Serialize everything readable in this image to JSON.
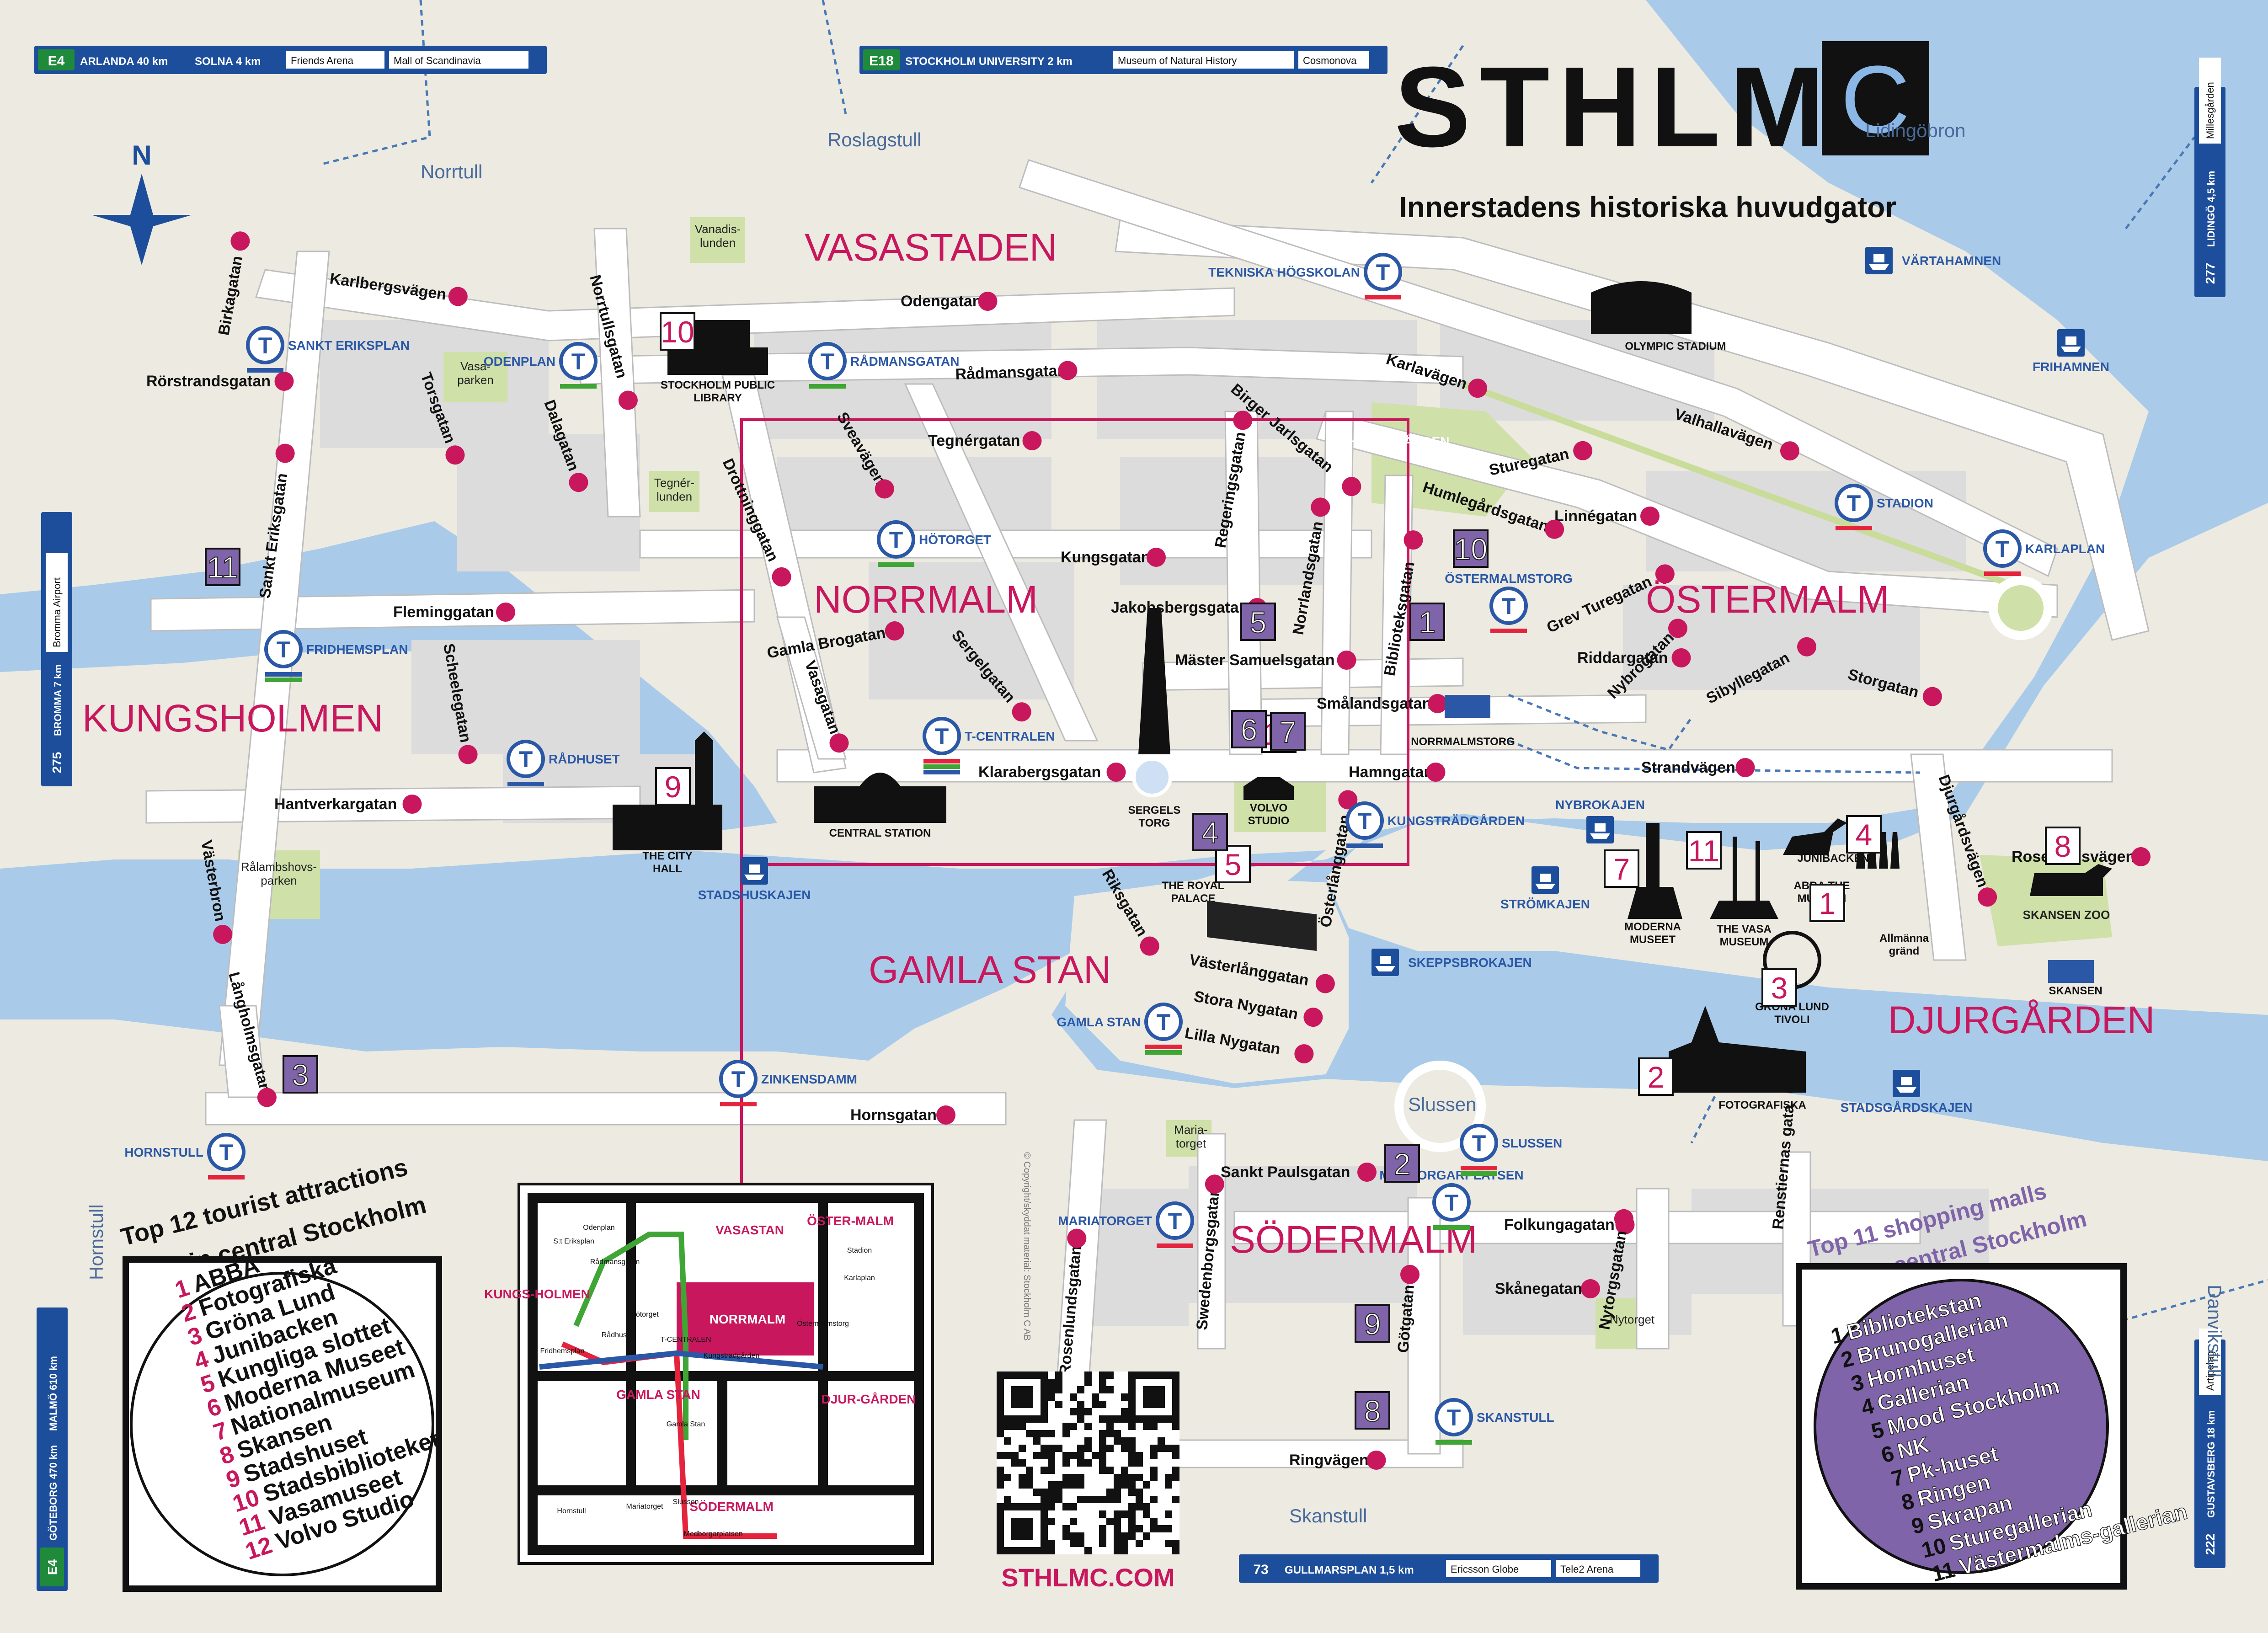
{
  "brand": {
    "title": "STHLM",
    "letter": "C",
    "subtitle": "Innerstadens historiska huvudgator",
    "website": "STHLMC.COM"
  },
  "signs": {
    "top_left": {
      "road": "E4",
      "dest1": "ARLANDA 40 km",
      "dest2": "SOLNA 4 km",
      "box1": "Friends Arena",
      "box2": "Mall of Scandinavia"
    },
    "top_mid": {
      "road": "E18",
      "dest1": "STOCKHOLM UNIVERSITY 2 km",
      "box1": "Museum of Natural History",
      "box2": "Cosmonova"
    },
    "right_top": {
      "road": "277",
      "dest": "LIDINGÖ 4,5 km",
      "box": "Millesgården"
    },
    "left_mid": {
      "road": "275",
      "dest": "BROMMA 7 km",
      "box": "Bromma Airport"
    },
    "left_bottom": {
      "road": "E4",
      "dest": "GÖTEBORG 470 km",
      "dest2": "MALMÖ 610 km"
    },
    "right_bottom": {
      "road": "222",
      "dest": "GUSTAVSBERG 18 km",
      "box": "Artipelag"
    },
    "bottom_mid": {
      "road": "73",
      "dest": "GULLMARSPLAN 1,5 km",
      "box1": "Ericsson Globe",
      "box2": "Tele2 Arena"
    }
  },
  "districts": [
    "VASASTADEN",
    "NORRMALM",
    "ÖSTERMALM",
    "KUNGSHOLMEN",
    "GAMLA STAN",
    "DJURGÅRDEN",
    "SÖDERMALM"
  ],
  "areas": [
    "Norrtull",
    "Roslagstull",
    "Lidingöbron",
    "Hornstull",
    "Skanstull",
    "Danvikstull",
    "Slussen"
  ],
  "streets": [
    "Karlbergsvägen",
    "Odengatan",
    "Rådmansgatan",
    "Tegnérgatan",
    "Karlavägen",
    "Valhallavägen",
    "Sturegatan",
    "Linnégatan",
    "Humlegårdsgatan",
    "Kungsgatan",
    "Jakobsbergsgatan",
    "Mäster Samuelsgatan",
    "Smålandsgatan",
    "Hamngatan",
    "Klarabergsgatan",
    "Strandvägen",
    "Fleminggatan",
    "Hantverkargatan",
    "Hornsgatan",
    "Folkungagatan",
    "Skånegatan",
    "Ringvägen",
    "Sankt Paulsgatan",
    "Drottninggatan",
    "Sveavägen",
    "Vasagatan",
    "Gamla Brogatan",
    "Sergelgatan",
    "Regeringsgatan",
    "Norrlandsgatan",
    "Biblioteksgatan",
    "Birger Jarlsgatan",
    "Grev Turegatan",
    "Riddargatan",
    "Nybrogatan",
    "Sibyllegatan",
    "Storgatan",
    "Rörstrandsgatan",
    "Birkagatan",
    "Sankt Eriksgatan",
    "Torsgatan",
    "Dalagatan",
    "Norrtullsgatan",
    "Scheelegatan",
    "Långholmsgatan",
    "Västerbron",
    "Västerlånggatan",
    "Stora Nygatan",
    "Lilla Nygatan",
    "Österlånggatan",
    "Riksgatan",
    "Götgatan",
    "Nytorgsgatan",
    "Renstiernas gata",
    "Rosenlundsgatan",
    "Swedenborgsgatan",
    "Djurgårdsvägen",
    "Rosendalsvägen"
  ],
  "metro": [
    "SANKT ERIKSPLAN",
    "ODENPLAN",
    "RÅDMANSGATAN",
    "TEKNISKA HÖGSKOLAN",
    "STADION",
    "KARLAPLAN",
    "HÖTORGET",
    "ÖSTERMALMSTORG",
    "FRIDHEMSPLAN",
    "RÅDHUSET",
    "T-CENTRALEN",
    "KUNGSTRÄDGÅRDEN",
    "GAMLA STAN",
    "ZINKENSDAMM",
    "HORNSTULL",
    "MARIATORGET",
    "MEDBORGARPLATSEN",
    "SLUSSEN",
    "SKANSTULL"
  ],
  "ferries": [
    "VÄRTAHAMNEN",
    "FRIHAMNEN",
    "STADSHUSKAJEN",
    "STRÖMKAJEN",
    "SKEPPSBROKAJEN",
    "NYBROKAJEN",
    "STADSGÅRDSKAJEN"
  ],
  "parks": [
    "Vanadis-lunden",
    "Vasa-parken",
    "Tegnér-lunden",
    "HUMLEGÅRDEN",
    "Rålambshovs-parken",
    "Maria-torget",
    "Nytorget",
    "SKANSEN ZOO"
  ],
  "landmarks": [
    "STOCKHOLM PUBLIC LIBRARY",
    "OLYMPIC STADIUM",
    "CENTRAL STATION",
    "THE CITY HALL",
    "SERGELS TORG",
    "VOLVO STUDIO",
    "THE ROYAL PALACE",
    "MODERNA MUSEET",
    "THE VASA MUSEUM",
    "JUNIBACKEN",
    "ABBA THE MUSEUM",
    "Allmänna gränd",
    "GRÖNA LUND TIVOLI",
    "FOTOGRAFISKA",
    "NORRMALMSTORG",
    "SKANSEN"
  ],
  "attractions": {
    "title": "Top 12 tourist attractions in central Stockholm",
    "items": [
      "ABBA",
      "Fotografiska",
      "Gröna Lund",
      "Junibacken",
      "Kungliga slottet",
      "Moderna Museet",
      "Nationalmuseum",
      "Skansen",
      "Stadshuset",
      "Stadsbiblioteket",
      "Vasamuseet",
      "Volvo Studio"
    ]
  },
  "malls": {
    "title": "Top 11 shopping malls in central Stockholm",
    "items": [
      "Bibliotekstan",
      "Brunogallerian",
      "Hornhuset",
      "Gallerian",
      "Mood Stockholm",
      "NK",
      "Pk-huset",
      "Ringen",
      "Skrapan",
      "Sturegallerian",
      "Västermalms-gallerian"
    ]
  },
  "inset": {
    "labels": [
      "VASASTAN",
      "ÖSTER-MALM",
      "KUNGS-HOLMEN",
      "NORRMALM",
      "GAMLA STAN",
      "DJUR-GÅRDEN",
      "SÖDERMALM",
      "T-CENTRALEN",
      "Hötorget",
      "Rådhuset",
      "Fridhemsplan",
      "Rådmansgatan",
      "S:t Eriksplan",
      "Odenplan",
      "Kungsträdgården",
      "Gamla Stan",
      "Slussen",
      "Medborgarplatsen",
      "Skanstull",
      "Mariatorget",
      "Hornstull",
      "Stadion",
      "Karlaplan",
      "Östermalmstorg"
    ]
  },
  "copyright": "© Copyright/skyddat material: Stockholm C AB",
  "colors": {
    "water": "#a9cbe9",
    "land": "#eceae1",
    "road": "#ffffff",
    "block": "#dcdcdc",
    "park": "#cfe0a8",
    "magenta": "#c8175d",
    "metroBlue": "#2b58a6",
    "signBlue": "#1d4e9b",
    "signGreen": "#1f8b3a",
    "purple": "#8064a9"
  }
}
